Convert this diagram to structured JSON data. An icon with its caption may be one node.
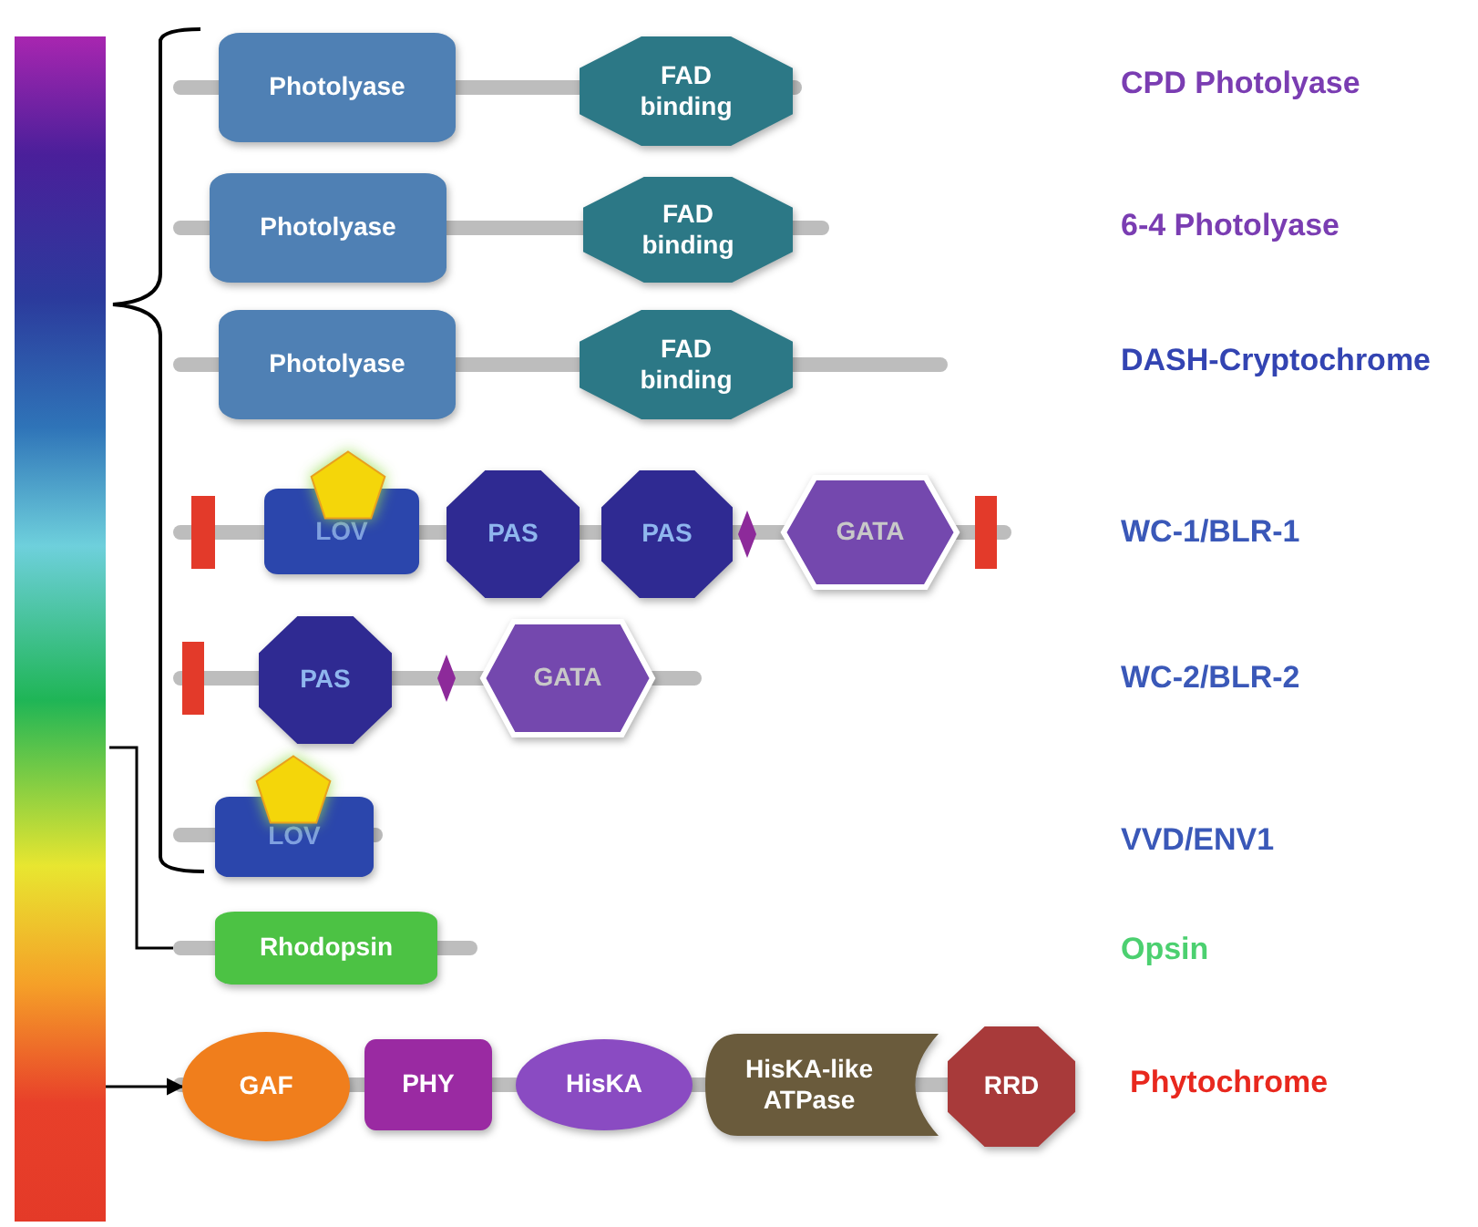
{
  "diagram": {
    "nodes": [
      {
        "text": [
          "Photolyase"
        ]
      },
      {
        "text": [
          "FAD binding"
        ]
      },
      {
        "text": [
          "Photolyase"
        ]
      },
      {
        "text": [
          "FAD binding"
        ]
      },
      {
        "text": [
          "Photolyase"
        ]
      },
      {
        "text": [
          "FAD binding"
        ]
      },
      {
        "text": [],
        "shape": "bar"
      },
      {
        "text": [],
        "shape": "pentagon"
      },
      {
        "text": [
          "LOV"
        ]
      },
      {
        "text": [
          "PAS"
        ]
      },
      {
        "text": [
          "PAS"
        ]
      },
      {
        "text": [],
        "shape": "diamond"
      },
      {
        "text": [
          "GATA"
        ]
      },
      {
        "text": [],
        "shape": "bar"
      },
      {
        "text": [],
        "shape": "bar"
      },
      {
        "text": [
          "PAS"
        ]
      },
      {
        "text": [],
        "shape": "diamond"
      },
      {
        "text": [
          "GATA"
        ]
      },
      {
        "text": [],
        "shape": "pentagon"
      },
      {
        "text": [
          "LOV"
        ]
      },
      {
        "text": [
          "Rhodopsin"
        ]
      },
      {
        "text": [
          "GAF"
        ]
      },
      {
        "text": [
          "PHY"
        ]
      },
      {
        "text": [
          "HisKA"
        ]
      },
      {
        "text": [
          "HisKA-like ATPase"
        ]
      },
      {
        "text": [
          "RRD"
        ]
      },
      {
        "text": [],
        "shape": "bar"
      }
    ],
    "edges": [
      {
        "from": 26,
        "to": 21,
        "arrow": "to"
      }
    ],
    "labels": [
      "CPD Photolyase",
      "6-4 Photolyase",
      "DASH-Cryptochrome",
      "WC-1/BLR-1",
      "WC-2/BLR-2",
      "VVD/ENV1",
      "Opsin",
      "Phytochrome"
    ]
  }
}
